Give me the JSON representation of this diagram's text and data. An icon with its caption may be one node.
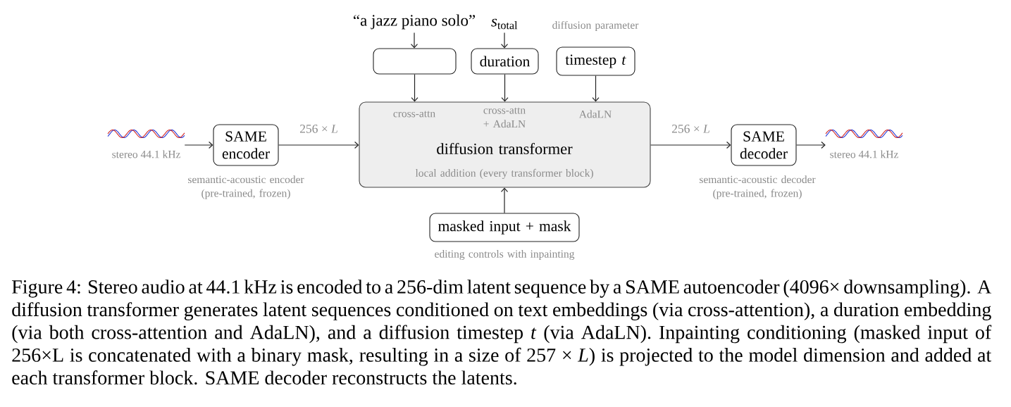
{
  "diagram": {
    "caption": "Figure 4: Stereo audio at 44.1 kHz is encoded to a 256-dim latent sequence by a SAME autoencoder (4096× downsampling). A diffusion transformer generates latent sequences conditioned on text embeddings (via cross-attention), a duration embedding (via both cross-attention and AdaLN), and a diffusion timestep *t* (via AdaLN). Inpainting conditioning (masked input of 256×L is concatenated with a binary mask, resulting in a size of 257 × *L*) is projected to the model dimension and added at each transformer block. SAME decoder reconstructs the latents.",
    "nodes": [
      {
        "text": [
          "stereo 44.1 kHz"
        ]
      },
      {
        "text": [
          "SAME encoder"
        ],
        "beside": [
          "semantic-acoustic encoder (pre-trained, frozen)"
        ]
      },
      {
        "text": [
          "“a jazz piano solo”"
        ]
      },
      {
        "text": [],
        "shape": "box"
      },
      {
        "text": [
          "*s*$_{total}$"
        ]
      },
      {
        "text": [
          "duration"
        ]
      },
      {
        "text": [
          "timestep *t*"
        ],
        "beside": [
          "diffusion parameter"
        ]
      },
      {
        "text": [
          "cross-attn",
          "cross-attn + AdaLN",
          "AdaLN",
          "diffusion transformer",
          "local addition (every transformer block)"
        ]
      },
      {
        "text": [
          "SAME decoder"
        ],
        "beside": [
          "semantic-acoustic decoder (pre-trained, frozen)"
        ]
      },
      {
        "text": [
          "stereo 44.1 kHz"
        ]
      },
      {
        "text": [
          "masked input + mask"
        ],
        "beside": [
          "editing controls with inpainting"
        ]
      }
    ],
    "edges": [
      {
        "from": 0,
        "to": 1,
        "arrow": "to"
      },
      {
        "from": 1,
        "to": 7,
        "arrow": "to",
        "label": "256 × *L*"
      },
      {
        "from": 2,
        "to": 3,
        "arrow": "to"
      },
      {
        "from": 3,
        "to": 7,
        "arrow": "to"
      },
      {
        "from": 4,
        "to": 5,
        "arrow": "to"
      },
      {
        "from": 5,
        "to": 7,
        "arrow": "to"
      },
      {
        "from": 6,
        "to": 7,
        "arrow": "to"
      },
      {
        "from": 7,
        "to": 8,
        "arrow": "to",
        "label": "256 × *L*"
      },
      {
        "from": 8,
        "to": 9,
        "arrow": "to"
      },
      {
        "from": 10,
        "to": 7,
        "arrow": "to"
      }
    ]
  }
}
